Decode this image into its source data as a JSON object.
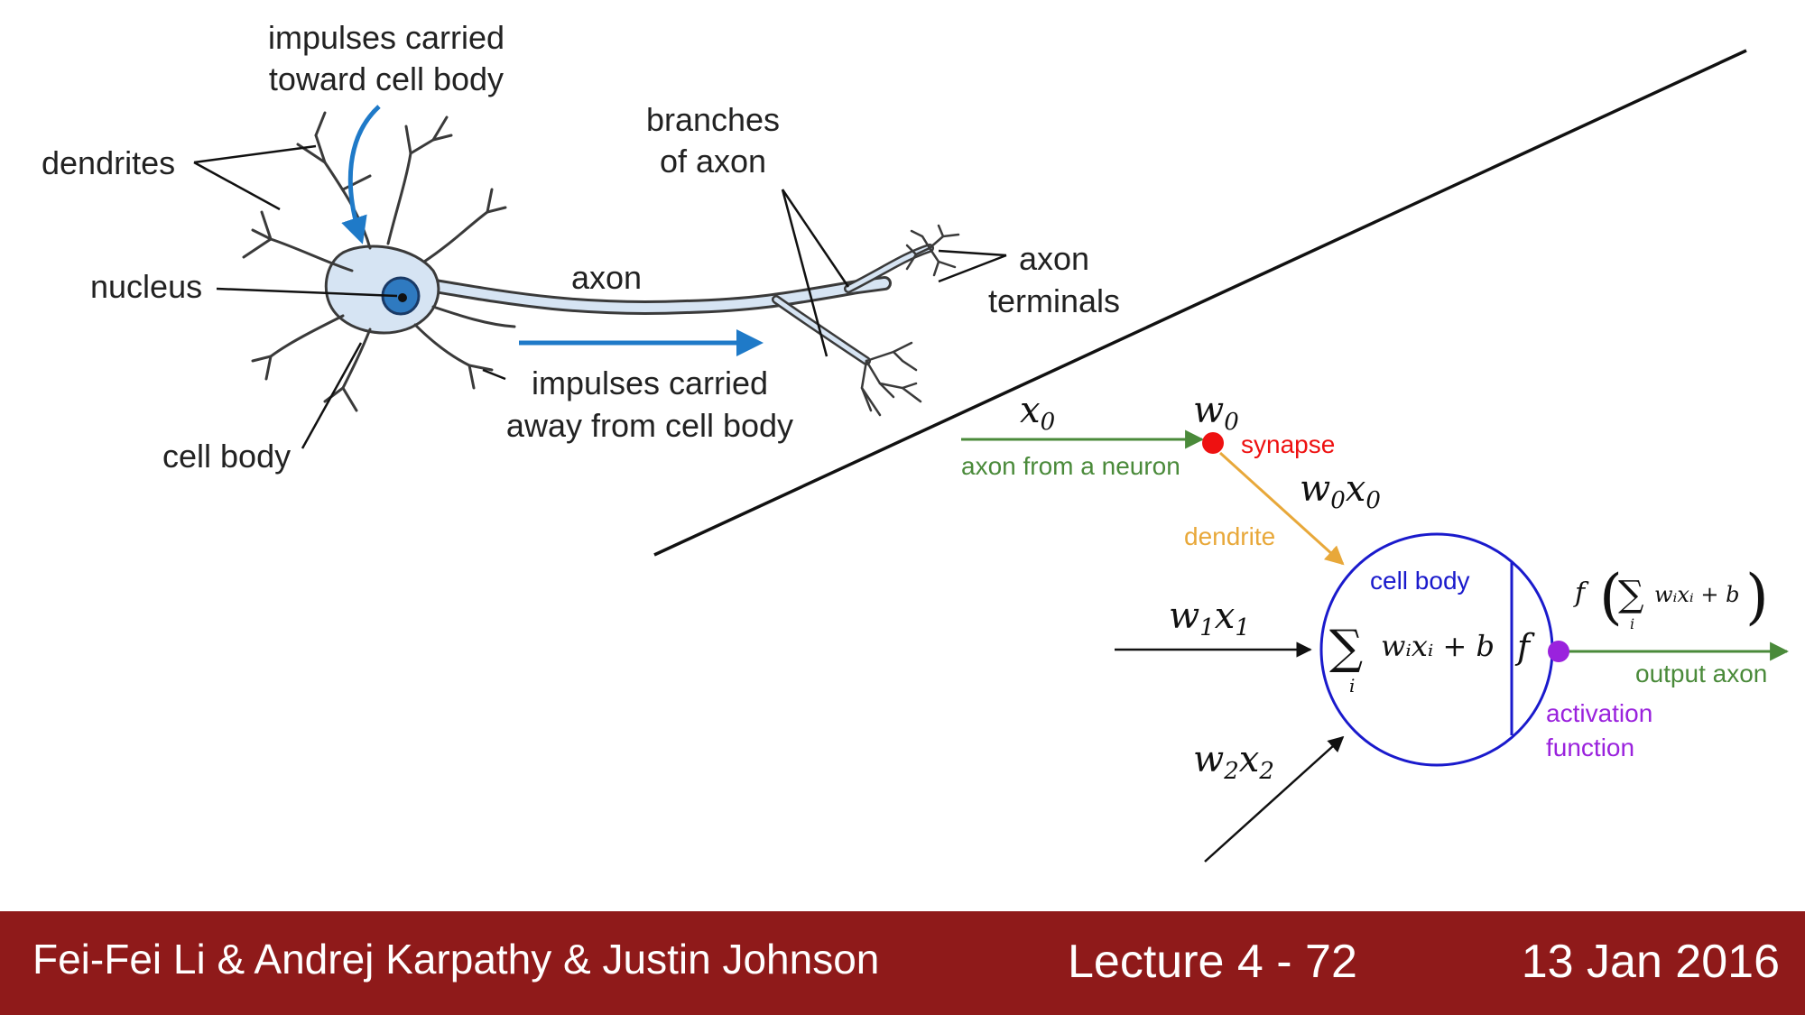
{
  "bio": {
    "impulses_toward_line1": "impulses carried",
    "impulses_toward_line2": "toward cell body",
    "dendrites": "dendrites",
    "nucleus": "nucleus",
    "cell_body": "cell body",
    "axon": "axon",
    "branches_line1": "branches",
    "branches_line2": "of axon",
    "axon_terminals_line1": "axon",
    "axon_terminals_line2": "terminals",
    "impulses_away_line1": "impulses carried",
    "impulses_away_line2": "away from cell body"
  },
  "model": {
    "x0": "x",
    "x0_sub": "0",
    "w0": "w",
    "w0_sub": "0",
    "synapse": "synapse",
    "axon_from_neuron": "axon from a neuron",
    "w0x0_w": "w",
    "w0x0_w_sub": "0",
    "w0x0_x": "x",
    "w0x0_x_sub": "0",
    "dendrite": "dendrite",
    "cell_body": "cell body",
    "w1x1_w": "w",
    "w1x1_w_sub": "1",
    "w1x1_x": "x",
    "w1x1_x_sub": "1",
    "w2x2_w": "w",
    "w2x2_w_sub": "2",
    "w2x2_x": "x",
    "w2x2_x_sub": "2",
    "sum_symbol": "∑",
    "sum_index": "i",
    "sum_body": "wᵢxᵢ + b",
    "f_symbol": "f",
    "output_formula_f": "f",
    "output_formula_body": "wᵢxᵢ + b",
    "output_axon": "output axon",
    "activation_line1": "activation",
    "activation_line2": "function"
  },
  "colors": {
    "axon_green": "#4a8a3a",
    "synapse_red": "#ee1111",
    "dendrite_orange": "#e8a83a",
    "cell_blue": "#1a1acc",
    "activation_purple": "#9a22dd",
    "neuron_fill": "#d6e4f3",
    "arrow_blue": "#1f7ac8",
    "footer_bg": "#8f1a1a"
  },
  "footer": {
    "authors": "Fei-Fei Li & Andrej Karpathy & Justin Johnson",
    "lecture": "Lecture 4 - 72",
    "date": "13 Jan 2016"
  }
}
